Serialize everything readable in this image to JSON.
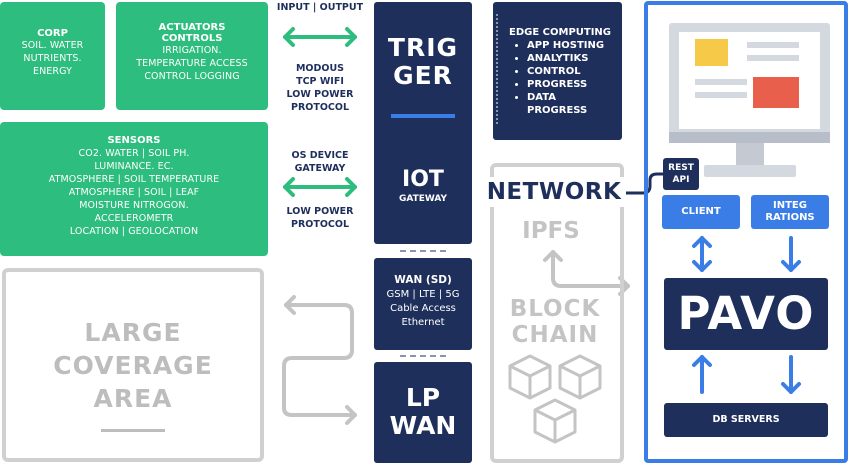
{
  "corp": {
    "title": "CORP",
    "lines": [
      "SOIL. WATER",
      "NUTRIENTS.",
      "ENERGY"
    ]
  },
  "actuators": {
    "title": "ACTUATORS",
    "subtitle": "CONTROLS",
    "lines": [
      "IRRIGATION.",
      "TEMPERATURE ACCESS",
      "CONTROL LOGGING"
    ]
  },
  "sensors": {
    "title": "SENSORS",
    "lines": [
      "CO2. WATER | SOIL PH.",
      "LUMINANCE. EC.",
      "ATMOSPHERE | SOIL TEMPERATURE",
      "ATMOSPHERE | SOIL | LEAF",
      "MOISTURE NITROGON.",
      "ACCELEROMETR",
      "LOCATION | GEOLOCATION"
    ]
  },
  "large_area": {
    "lines": [
      "LARGE",
      "COVERAGE",
      "AREA"
    ]
  },
  "captions": {
    "io": "INPUT | OUTPUT",
    "proto1": [
      "MODOUS",
      "TCP WIFI",
      "LOW POWER",
      "PROTOCOL"
    ],
    "gateway": [
      "OS DEVICE",
      "GATEWAY"
    ],
    "proto2": [
      "LOW POWER",
      "PROTOCOL"
    ]
  },
  "stack": {
    "trigger": [
      "TRIG",
      "GER"
    ],
    "iot": "IOT",
    "iot_sub": "GATEWAY",
    "wan_title": "WAN (SD)",
    "wan_lines": [
      "GSM | LTE | 5G",
      "Cable Access",
      "Ethernet"
    ],
    "lpwan": [
      "LP",
      "WAN"
    ]
  },
  "edge": {
    "title": "EDGE COMPUTING",
    "items": [
      "APP HOSTING",
      "ANALYTIKS",
      "CONTROL",
      "PROGRESS",
      "DATA PROGRESS"
    ]
  },
  "network": {
    "label": "NETWORK",
    "ipfs": "IPFS",
    "blockchain": [
      "BLOCK",
      "CHAIN"
    ],
    "rest_api": [
      "REST",
      "API"
    ]
  },
  "pavo": {
    "client": "CLIENT",
    "integrations": [
      "INTEG",
      "RATIONS"
    ],
    "title": "PAVO",
    "db": "DB SERVERS"
  },
  "colors": {
    "green": "#2dbd7e",
    "navy": "#1e2f5c",
    "blue": "#3a7de6",
    "grey": "#d0d0d0",
    "yellow": "#f7c948",
    "red": "#e8604c"
  }
}
